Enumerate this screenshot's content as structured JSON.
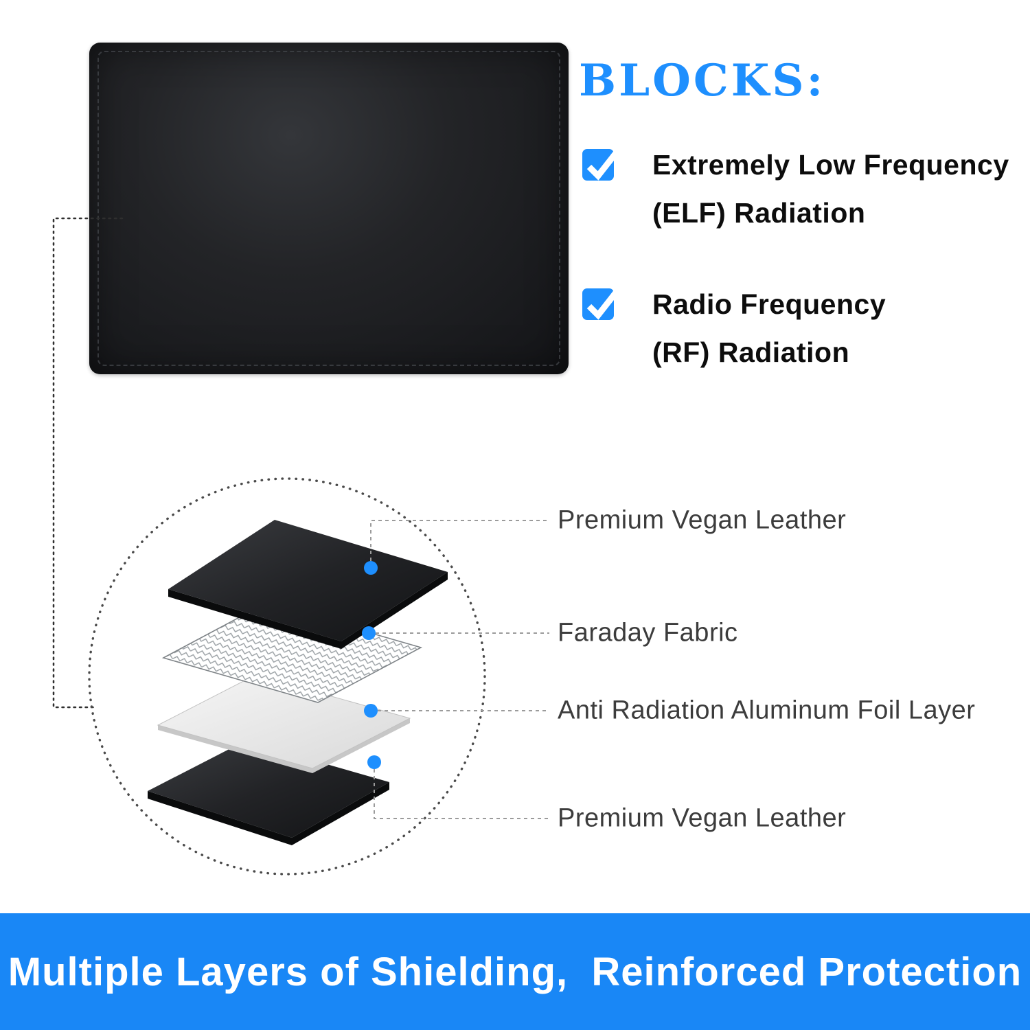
{
  "colors": {
    "accent_blue": "#1E8FFE",
    "banner_blue": "#1987F6",
    "label_color": "#3C3C3C"
  },
  "blocks": {
    "title": "BLOCKS:",
    "items": [
      {
        "line1": "Extremely Low Frequency",
        "line2": "(ELF) Radiation"
      },
      {
        "line1": "Radio Frequency",
        "line2": "(RF) Radiation"
      }
    ]
  },
  "layer_diagram": {
    "labels": [
      {
        "text": "Premium Vegan Leather"
      },
      {
        "text": "Faraday Fabric"
      },
      {
        "text": "Anti Radiation Aluminum Foil Layer"
      },
      {
        "text": "Premium Vegan Leather"
      }
    ]
  },
  "banner": {
    "text": "Multiple Layers of Shielding,  Reinforced Protection"
  }
}
